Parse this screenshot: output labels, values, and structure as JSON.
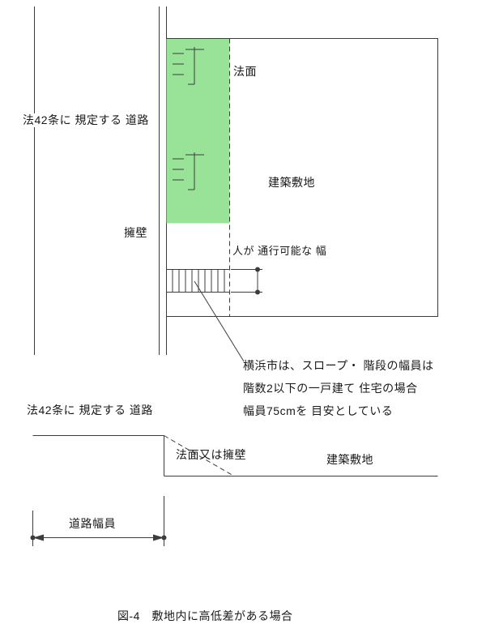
{
  "colors": {
    "slope_fill": "#99e399",
    "line": "#3c3c3c"
  },
  "top_diagram": {
    "road_label": "法42条に 規定する 道路",
    "slope_label": "法面",
    "site_label": "建築敷地",
    "retaining_wall_label": "擁壁",
    "passable_width_label": "人が 通行可能な 幅",
    "note_lines": {
      "line1": "横浜市は、スロープ・ 階段の幅員は",
      "line2": "階数2以下の一戸建て 住宅の場合",
      "line3": "幅員75cmを 目安としている"
    }
  },
  "section_diagram": {
    "road_label": "法42条に 規定する 道路",
    "slope_or_wall_label": "法面又は擁壁",
    "site_label": "建築敷地",
    "road_width_label": "道路幅員"
  },
  "caption": "図-4　敷地内に高低差がある場合"
}
